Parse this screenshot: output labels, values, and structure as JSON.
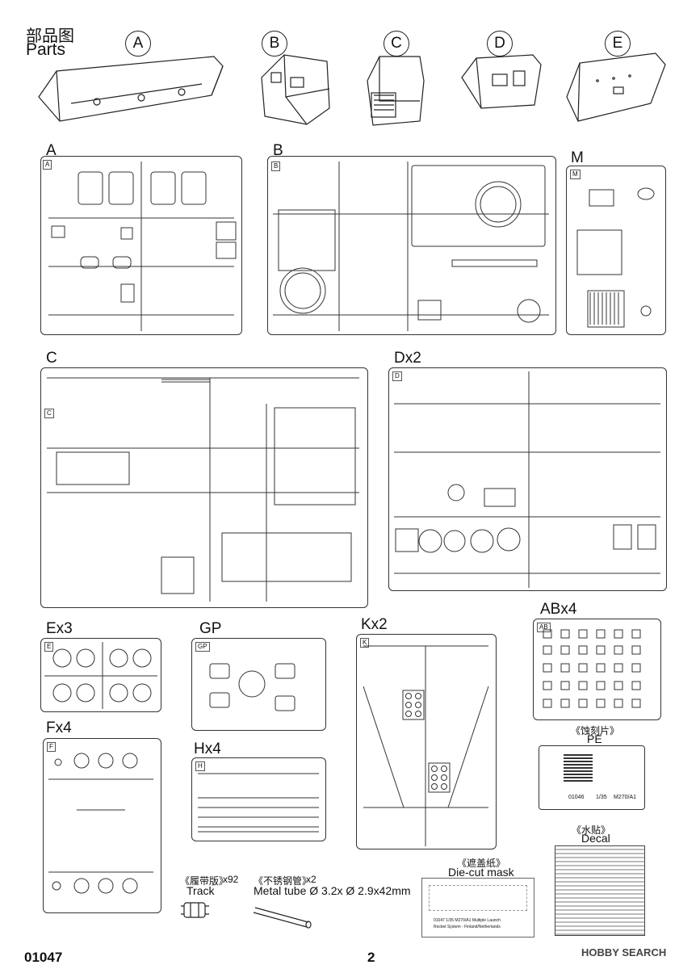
{
  "header": {
    "title_cn": "部品图",
    "title_en": "Parts"
  },
  "assemblies": [
    {
      "letter": "A"
    },
    {
      "letter": "B"
    },
    {
      "letter": "C"
    },
    {
      "letter": "D"
    },
    {
      "letter": "E"
    }
  ],
  "sprues": {
    "A": {
      "label": "A",
      "tag": "A"
    },
    "B": {
      "label": "B",
      "tag": "B"
    },
    "M": {
      "label": "M",
      "tag": "M"
    },
    "C": {
      "label": "C",
      "tag": "C"
    },
    "D": {
      "label": "Dx2",
      "tag": "D"
    },
    "E": {
      "label": "Ex3",
      "tag": "E"
    },
    "GP": {
      "label": "GP",
      "tag": "GP"
    },
    "K": {
      "label": "Kx2",
      "tag": "K"
    },
    "AB": {
      "label": "ABx4",
      "tag": "AB"
    },
    "F": {
      "label": "Fx4",
      "tag": "F"
    },
    "H": {
      "label": "Hx4",
      "tag": "H"
    }
  },
  "pe": {
    "label_cn": "《蚀刻片》",
    "label_en": "PE",
    "code": "01046",
    "scale": "1/35",
    "model": "M270/A1"
  },
  "decal": {
    "label_cn": "《水贴》",
    "label_en": "Decal"
  },
  "track": {
    "label_cn": "《履带版》",
    "count": "x92",
    "label_en": "Track"
  },
  "metal_tube": {
    "label_cn": "《不锈钢管》",
    "count": "x2",
    "label_en": "Metal tube Ø 3.2x Ø 2.9x42mm"
  },
  "die_cut_mask": {
    "label_cn": "《遮盖纸》",
    "label_en": "Die-cut mask",
    "small_text_1": "01047 1/35 M270/A1 Multiple Launch",
    "small_text_2": "Rocket System - Finland/Netherlands"
  },
  "footer": {
    "code": "01047",
    "page": "2",
    "watermark": "HOBBY SEARCH"
  }
}
